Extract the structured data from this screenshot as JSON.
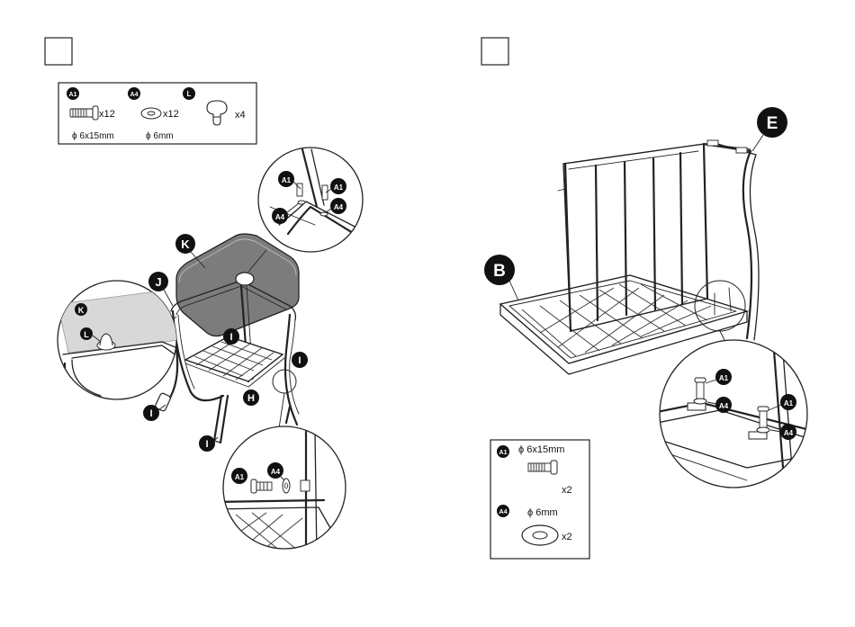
{
  "left_panel": {
    "step_box_number": "",
    "parts_list": [
      {
        "code": "A1",
        "qty": "x12",
        "size": "ϕ 6x15mm",
        "icon": "bolt-icon"
      },
      {
        "code": "A4",
        "qty": "x12",
        "size": "ϕ 6mm",
        "icon": "washer-icon"
      },
      {
        "code": "L",
        "qty": "x4",
        "size": "",
        "icon": "foot-cap-icon"
      }
    ],
    "labels": {
      "K_top": "K",
      "J": "J",
      "K_detail": "K",
      "L_detail": "L",
      "I_center": "I",
      "I_right": "I",
      "I_left": "I",
      "I_bottom": "I",
      "H": "H",
      "A1_top_a": "A1",
      "A1_top_b": "A1",
      "A4_top_a": "A4",
      "A4_top_b": "A4",
      "A1_bottom": "A1",
      "A4_bottom": "A4"
    }
  },
  "right_panel": {
    "step_box_number": "",
    "labels": {
      "E": "E",
      "B": "B",
      "A1_detail_a": "A1",
      "A4_detail_a": "A4",
      "A1_detail_b": "A1",
      "A4_detail_b": "A4"
    },
    "parts_list": [
      {
        "code": "A1",
        "size": "ϕ 6x15mm",
        "qty": "x2",
        "icon": "bolt-icon"
      },
      {
        "code": "A4",
        "size": "ϕ 6mm",
        "qty": "x2",
        "icon": "washer-icon"
      }
    ]
  }
}
